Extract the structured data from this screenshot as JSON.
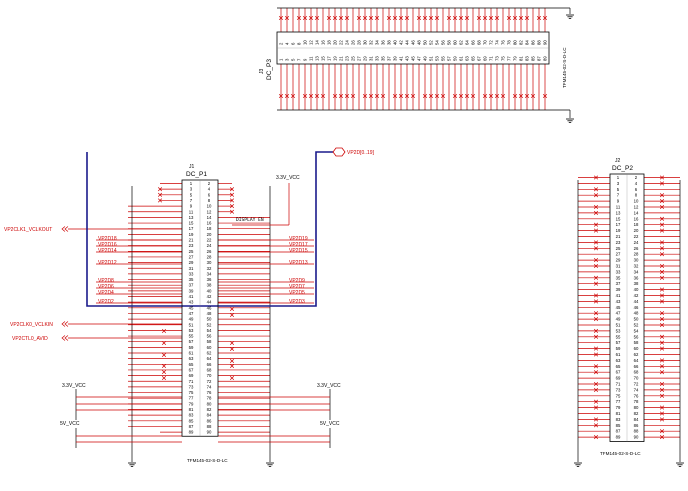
{
  "colors": {
    "wire": "#cc0000",
    "bus": "#1a1a8c",
    "body": "#000000",
    "nc": "#cc0000"
  },
  "connectors": {
    "p1": {
      "ref": "J1",
      "name": "DC_P1",
      "part": "TFM145-02-S-D-LC"
    },
    "p2": {
      "ref": "J2",
      "name": "DC_P2",
      "part": "TFM145-02-S-D-LC"
    },
    "p3": {
      "ref": "J3",
      "name": "DC_P3",
      "part": "TFM145-02-S-D-LC"
    }
  },
  "bus_label": "VP2D[0..19]",
  "note_text": "DISPLAY EN",
  "power": {
    "v33_a": "3.3V_VCC",
    "v33_b": "3.3V_VCC",
    "v33_c": "3.3V_VCC",
    "v5_a": "5V_VCC",
    "v5_b": "5V_VCC"
  },
  "nets_left": {
    "clk1": "VP2CLK1_VCLKOUT",
    "clk0": "VP2CLK0_VCLKIN",
    "ctl0": "VP2CTL0_AVID"
  },
  "p1_left_labels": [
    "VP2D18",
    "VP2D16",
    "VP2D14",
    "VP2D12",
    "VP2D8",
    "VP2D6",
    "VP2D4",
    "VP2D2"
  ],
  "p1_right_labels": [
    "VP2D19",
    "VP2D17",
    "VP2D15",
    "VP2D13",
    "VP2D9",
    "VP2D7",
    "VP2D5",
    "VP2D3"
  ]
}
